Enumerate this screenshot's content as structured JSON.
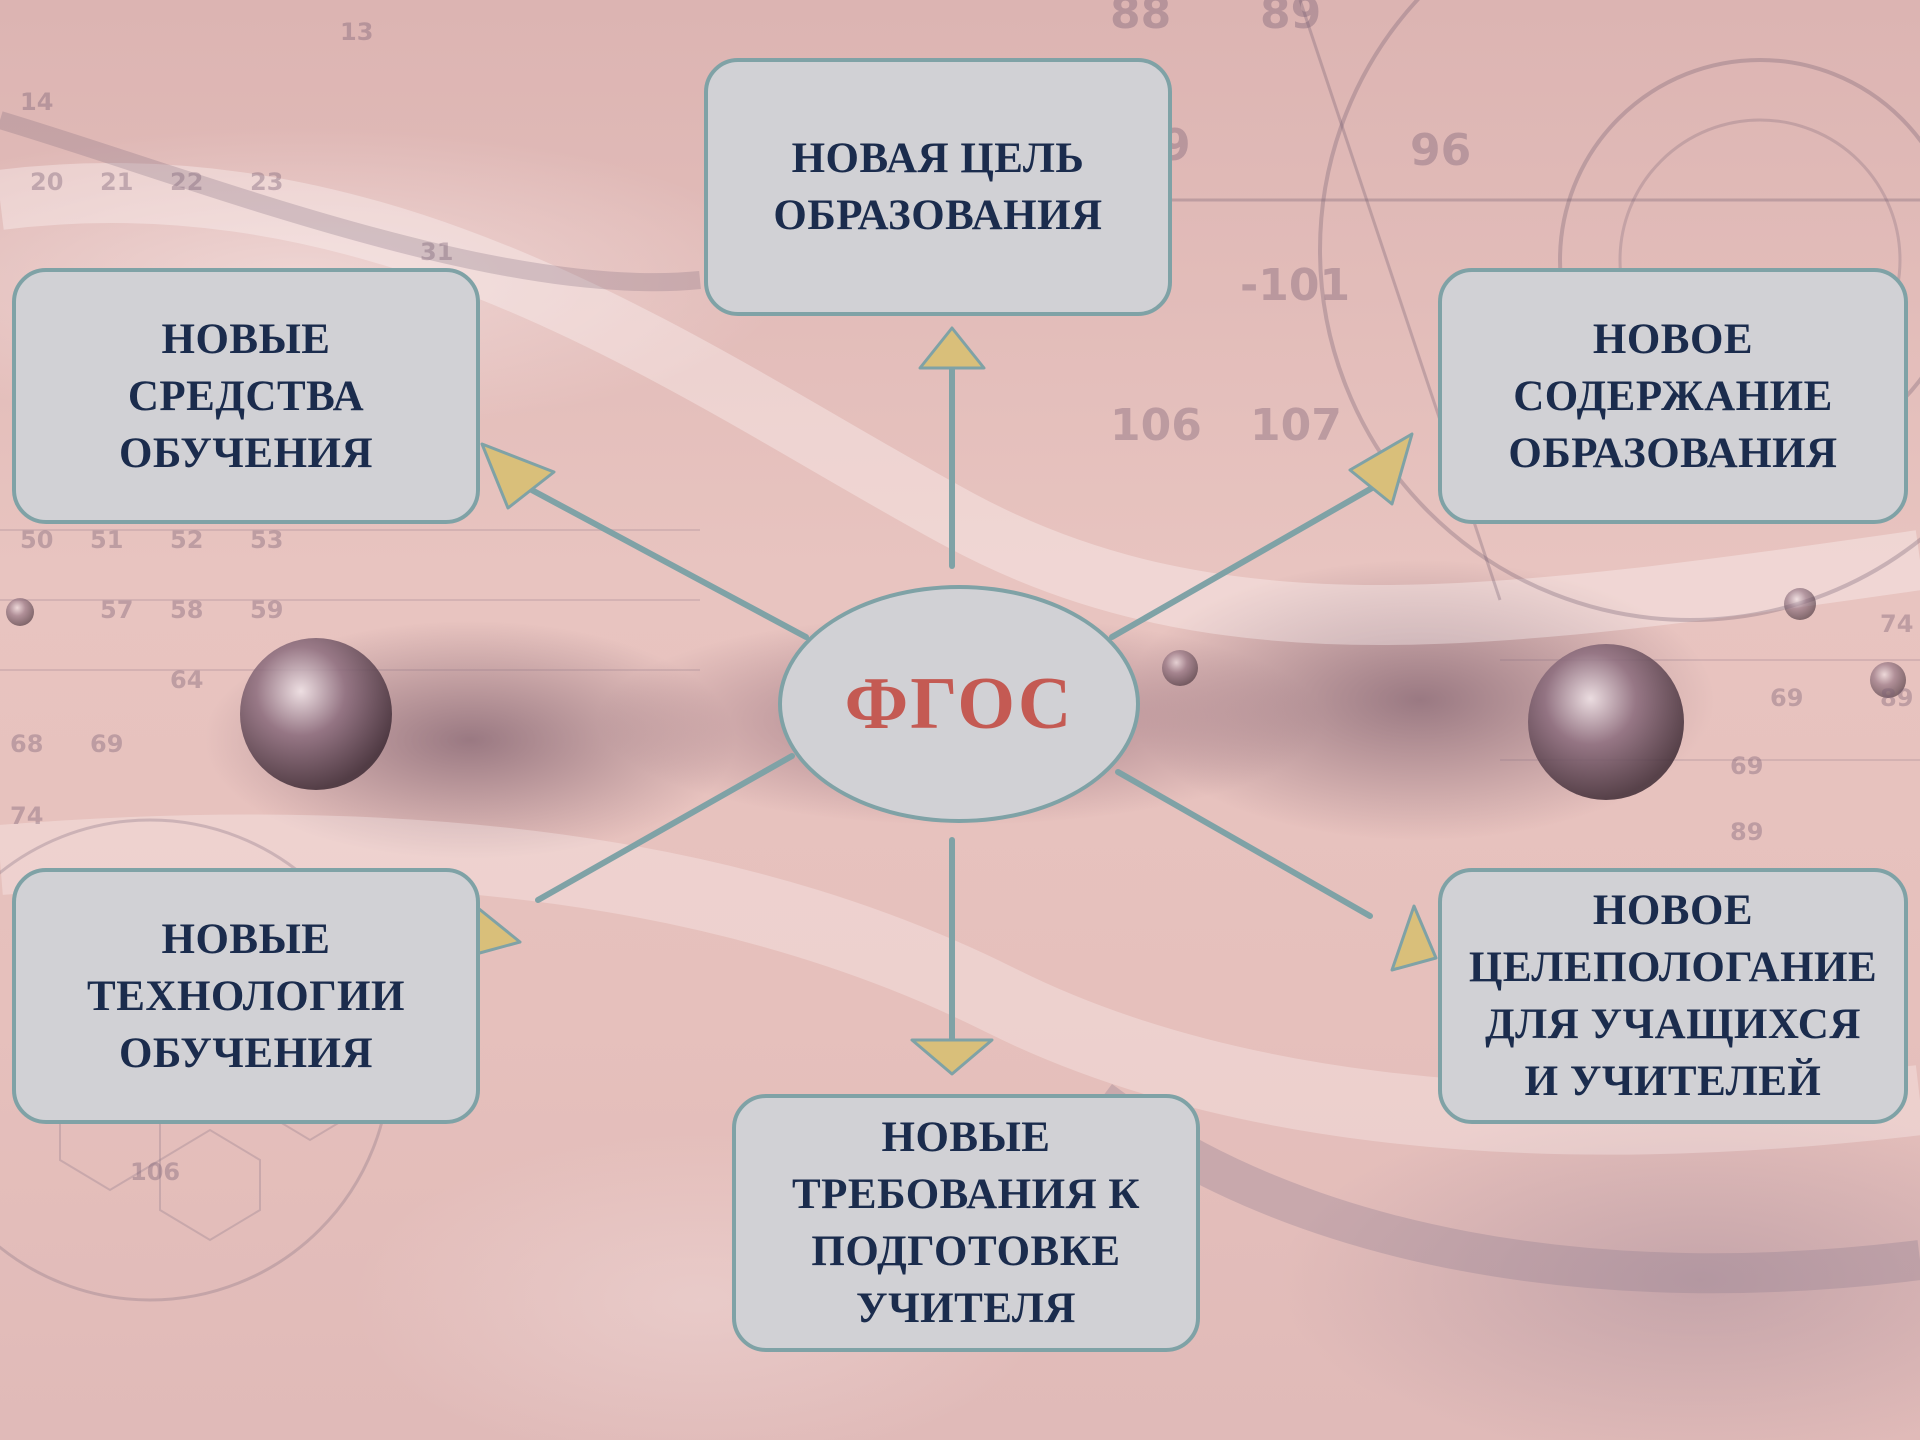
{
  "colors": {
    "background": "#e7c3bf",
    "node_fill": "#d1d1d5",
    "node_border": "#7fa2a6",
    "node_text": "#1b2c4d",
    "center_text": "#c45a53",
    "connector": "#7fa2a6",
    "arrowhead": "#d9bf7a"
  },
  "center": {
    "label": "ФГОС"
  },
  "nodes": {
    "top": {
      "label": "НОВАЯ ЦЕЛЬ\nОБРАЗОВАНИЯ"
    },
    "left_top": {
      "label": "НОВЫЕ\nСРЕДСТВА\nОБУЧЕНИЯ"
    },
    "right_top": {
      "label": "НОВОЕ\nСОДЕРЖАНИЕ\nОБРАЗОВАНИЯ"
    },
    "left_bottom": {
      "label": "НОВЫЕ\nТЕХНОЛОГИИ\nОБУЧЕНИЯ"
    },
    "right_bottom": {
      "label": "НОВОЕ\nЦЕЛЕПОЛОГАНИЕ\nДЛЯ УЧАЩИХСЯ\nИ УЧИТЕЛЕЙ"
    },
    "bottom": {
      "label": "НОВЫЕ\nТРЕБОВАНИЯ К\nПОДГОТОВКЕ\nУЧИТЕЛЯ"
    }
  },
  "background_numbers": [
    "88",
    "89",
    "96",
    "-101",
    "106",
    "107",
    "51",
    "52",
    "53",
    "58",
    "59",
    "64",
    "68",
    "69",
    "74",
    "23",
    "22",
    "20",
    "21",
    "13",
    "14",
    "31"
  ]
}
